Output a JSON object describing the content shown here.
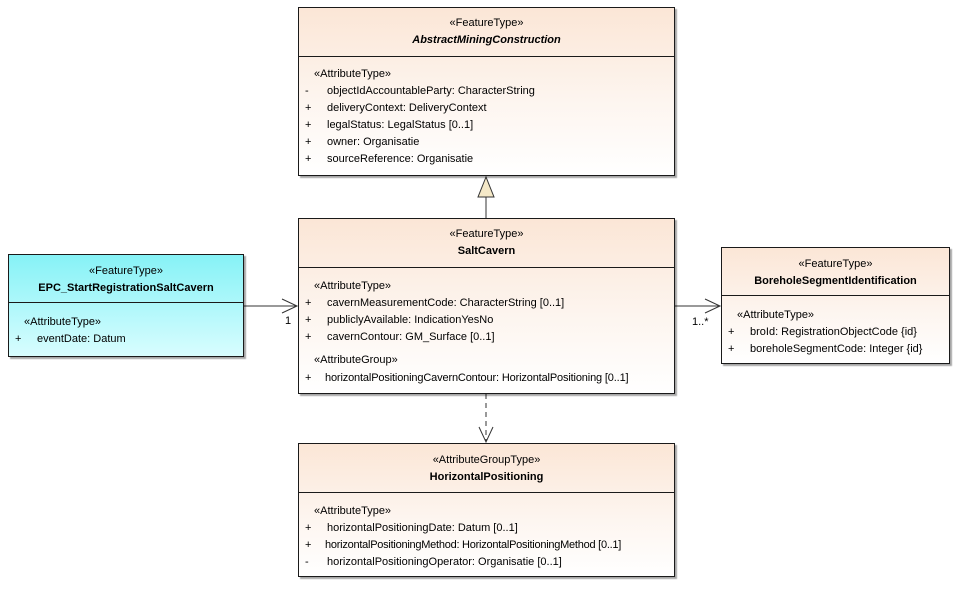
{
  "classes": {
    "abstract": {
      "stereotype": "«FeatureType»",
      "name": "AbstractMiningConstruction",
      "group": "«AttributeType»",
      "attrs": [
        {
          "vis": "-",
          "text": "objectIdAccountableParty: CharacterString"
        },
        {
          "vis": "+",
          "text": "deliveryContext: DeliveryContext"
        },
        {
          "vis": "+",
          "text": "legalStatus: LegalStatus [0..1]"
        },
        {
          "vis": "+",
          "text": "owner: Organisatie"
        },
        {
          "vis": "+",
          "text": "sourceReference: Organisatie"
        }
      ]
    },
    "salt": {
      "stereotype": "«FeatureType»",
      "name": "SaltCavern",
      "group": "«AttributeType»",
      "attrs": [
        {
          "vis": "+",
          "text": "cavernMeasurementCode: CharacterString [0..1]"
        },
        {
          "vis": "+",
          "text": "publiclyAvailable: IndicationYesNo"
        },
        {
          "vis": "+",
          "text": "cavernContour: GM_Surface [0..1]"
        }
      ],
      "group2": "«AttributeGroup»",
      "attrs2": [
        {
          "vis": "+",
          "text": "horizontalPositioningCavernContour: HorizontalPositioning [0..1]"
        }
      ]
    },
    "epc": {
      "stereotype": "«FeatureType»",
      "name": "EPC_StartRegistrationSaltCavern",
      "group": "«AttributeType»",
      "attrs": [
        {
          "vis": "+",
          "text": "eventDate: Datum"
        }
      ]
    },
    "borehole": {
      "stereotype": "«FeatureType»",
      "name": "BoreholeSegmentIdentification",
      "group": "«AttributeType»",
      "attrs": [
        {
          "vis": "+",
          "text": "broId: RegistrationObjectCode {id}"
        },
        {
          "vis": "+",
          "text": "boreholeSegmentCode: Integer {id}"
        }
      ]
    },
    "horizontal": {
      "stereotype": "«AttributeGroupType»",
      "name": "HorizontalPositioning",
      "group": "«AttributeType»",
      "attrs": [
        {
          "vis": "+",
          "text": "horizontalPositioningDate: Datum [0..1]"
        },
        {
          "vis": "+",
          "text": "horizontalPositioningMethod: HorizontalPositioningMethod [0..1]"
        },
        {
          "vis": "-",
          "text": "horizontalPositioningOperator: Organisatie [0..1]"
        }
      ]
    }
  },
  "multiplicities": {
    "epc_to_salt": "1",
    "salt_to_borehole": "1..*"
  }
}
